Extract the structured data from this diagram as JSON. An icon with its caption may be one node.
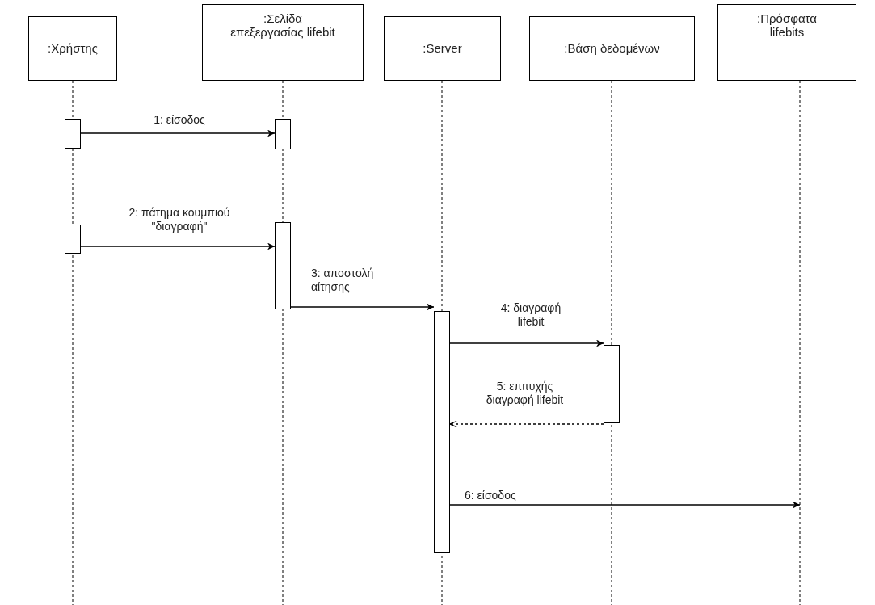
{
  "diagram": {
    "nodes": [
      {
        "text": [
          ":Χρήστης"
        ]
      },
      {
        "text": [
          ":Σελίδα επεξεργασίας lifebit"
        ]
      },
      {
        "text": [
          ":Server"
        ]
      },
      {
        "text": [
          ":Βάση δεδομένων"
        ]
      },
      {
        "text": [
          ":Πρόσφατα lifebits"
        ]
      },
      {
        "text": [],
        "shape": "bar"
      },
      {
        "text": [],
        "shape": "bar"
      },
      {
        "text": [],
        "shape": "bar"
      },
      {
        "text": [],
        "shape": "bar"
      },
      {
        "text": [],
        "shape": "bar"
      },
      {
        "text": [],
        "shape": "bar"
      }
    ],
    "edges": [
      {
        "from": 5,
        "to": 6,
        "arrow": "to",
        "label": "1: είσοδος"
      },
      {
        "from": 7,
        "to": 8,
        "arrow": "to",
        "label": "2: πάτημα κουμπιού \"διαγραφή\""
      },
      {
        "from": 8,
        "to": 9,
        "arrow": "to",
        "label": "3: αποστολή αίτησης"
      },
      {
        "from": 9,
        "to": 10,
        "arrow": "to",
        "label": "4: διαγραφή lifebit"
      },
      {
        "from": 10,
        "to": 9,
        "arrow": "to",
        "label": "5: επιτυχής διαγραφή lifebit",
        "style": "dashed"
      },
      {
        "from": 9,
        "to": null,
        "arrow": "to",
        "label": "6: είσοδος"
      }
    ]
  }
}
